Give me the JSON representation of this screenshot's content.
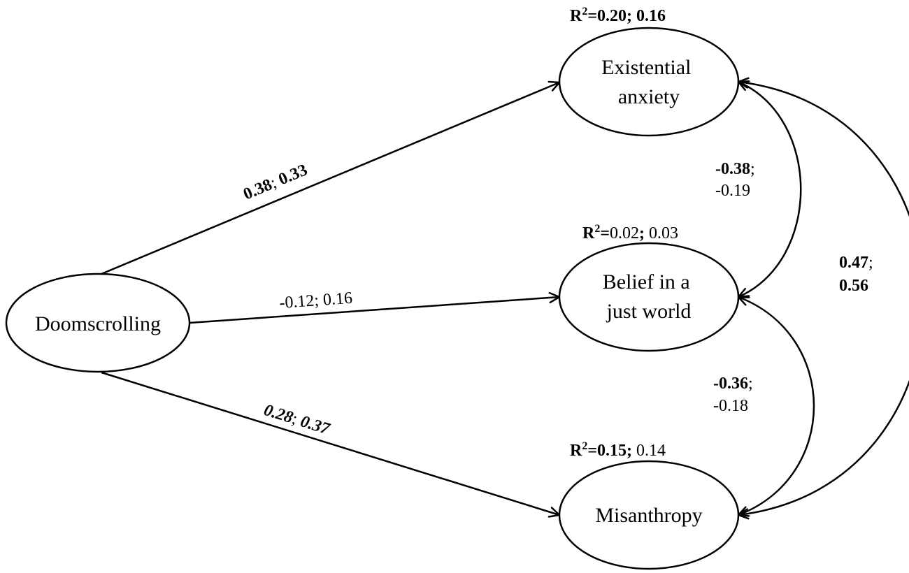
{
  "nodes": {
    "doomscrolling": "Doomscrolling",
    "existential": [
      "Existential",
      "anxiety"
    ],
    "belief": [
      "Belief in a",
      "just world"
    ],
    "misanthropy": "Misanthropy"
  },
  "r2": {
    "prefix": "R",
    "sup": "2",
    "existential": {
      "a": "0.20",
      "b": "0.16"
    },
    "belief": {
      "a": "0.02",
      "b": "0.03"
    },
    "misanthropy": {
      "a": "0.15",
      "b": "0.14"
    }
  },
  "paths": {
    "to_existential": {
      "a": "0.38",
      "b": "0.33"
    },
    "to_belief": {
      "a": "-0.12",
      "b": "0.16"
    },
    "to_misanthropy": {
      "a": "0.28",
      "b": "0.37"
    }
  },
  "covariances": {
    "existential_belief": {
      "a": "-0.38",
      "b": "-0.19"
    },
    "belief_misanthropy": {
      "a": "-0.36",
      "b": "-0.18"
    },
    "existential_misanthropy": {
      "a": "0.47",
      "b": "0.56"
    }
  }
}
